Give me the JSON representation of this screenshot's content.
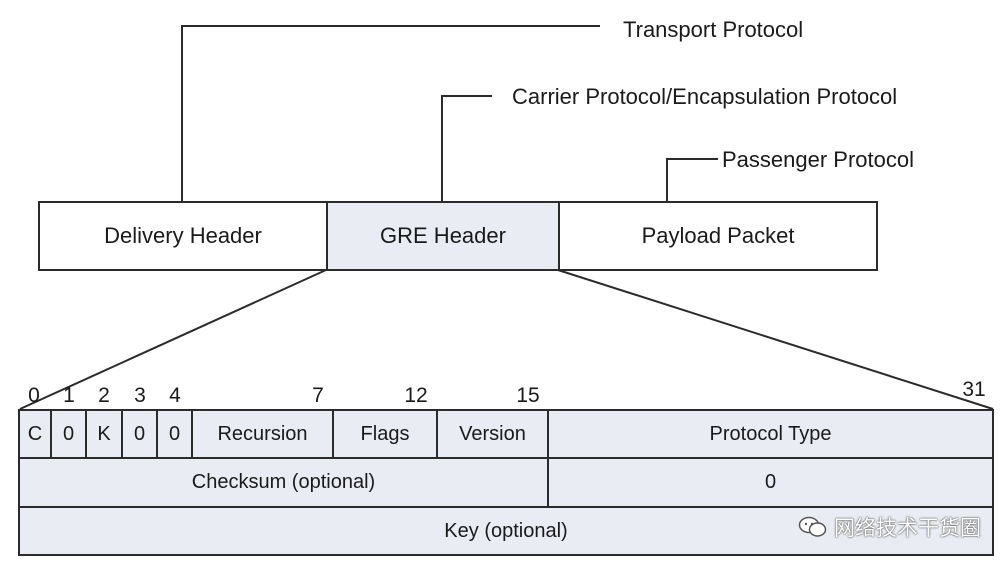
{
  "protocols": {
    "transport": "Transport Protocol",
    "carrier": "Carrier Protocol/Encapsulation Protocol",
    "passenger": "Passenger Protocol"
  },
  "packet": {
    "delivery_header": "Delivery Header",
    "gre_header": "GRE Header",
    "payload_packet": "Payload Packet"
  },
  "bit_numbers": [
    "0",
    "1",
    "2",
    "3",
    "4",
    "7",
    "12",
    "15",
    "31"
  ],
  "gre_fields": {
    "row1": [
      "C",
      "0",
      "K",
      "0",
      "0",
      "Recursion",
      "Flags",
      "Version",
      "Protocol Type"
    ],
    "row2": [
      "Checksum (optional)",
      "0"
    ],
    "row3": [
      "Key (optional)"
    ]
  },
  "watermark": "网络技术干货圈",
  "colors": {
    "gre_fill": "#e9edf3",
    "field_fill": "#e9edf3",
    "line": "#2b2b2b"
  }
}
